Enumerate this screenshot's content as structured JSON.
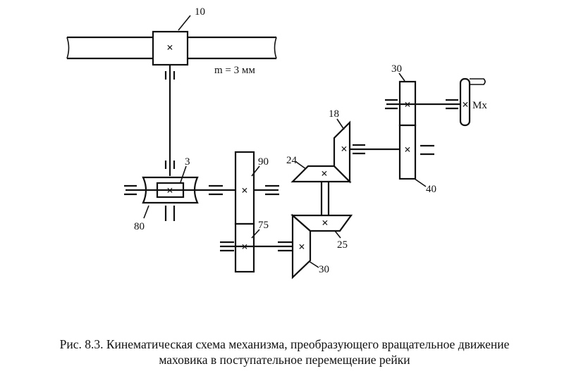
{
  "labels": {
    "rack": "10",
    "module": "m = 3 мм",
    "worm": "3",
    "worm_wheel": "80",
    "gear_90": "90",
    "gear_75": "75",
    "bevel_24": "24",
    "bevel_25": "25",
    "bevel_30_bottom": "30",
    "bevel_18": "18",
    "gear_30_top": "30",
    "gear_40": "40",
    "flywheel": "Мх"
  },
  "caption": {
    "line1": "Рис. 8.3. Кинематическая схема механизма, преобразующего вращательное движение",
    "line2": "маховика в поступательное перемещение рейки"
  }
}
